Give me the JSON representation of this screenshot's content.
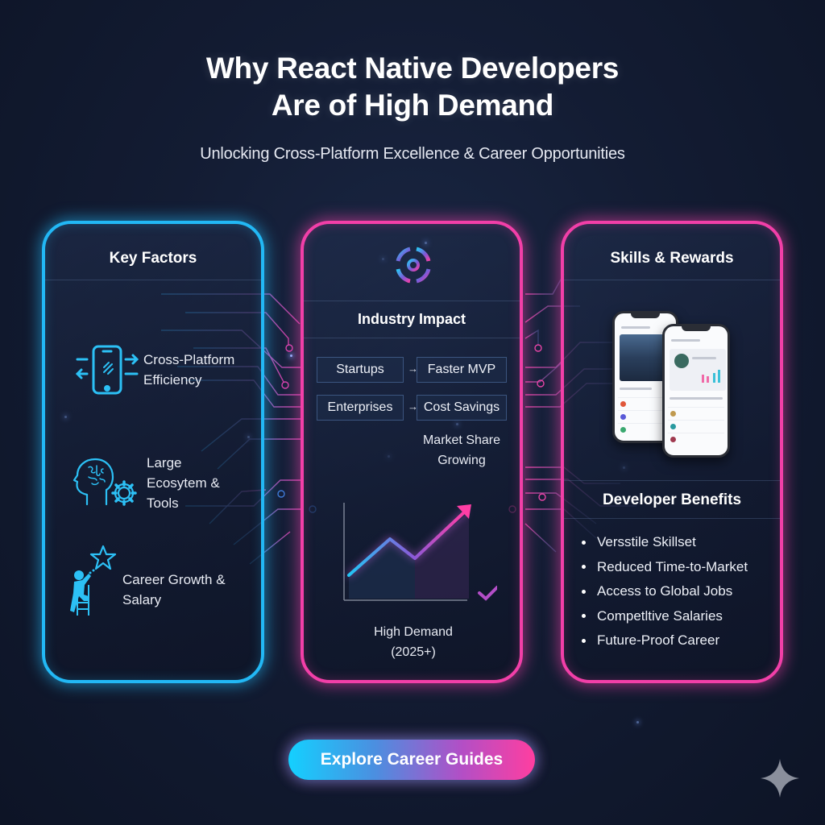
{
  "header": {
    "title_line1": "Why React Native Developers",
    "title_line2": "Are of High Demand",
    "subtitle": "Unlocking Cross-Platform Excellence & Career Opportunities"
  },
  "colors": {
    "background": "#131c33",
    "accent_blue": "#22b8f5",
    "accent_pink": "#f23fa8",
    "text": "#ffffff"
  },
  "key_factors": {
    "title": "Key Factors",
    "items": [
      {
        "icon": "phone-sync-icon",
        "line1": "Cross-Platform",
        "line2": "Efficiency"
      },
      {
        "icon": "brain-gear-icon",
        "line1": "Large",
        "line2": "Ecosytem &",
        "line3": "Tools"
      },
      {
        "icon": "career-ladder-star-icon",
        "line1": "Career Growth & Salary"
      }
    ]
  },
  "industry_impact": {
    "icon": "target-icon",
    "title": "Industry Impact",
    "flows": [
      {
        "from": "Startups",
        "arrow": "→",
        "to": "Faster MVP"
      },
      {
        "from": "Enterprises",
        "arrow": "→",
        "to": "Cost Savings"
      }
    ],
    "market_line1": "Market Share",
    "market_line2": "Growing",
    "demand_line1": "High Demand",
    "demand_line2": "(2025+)"
  },
  "skills_rewards": {
    "title": "Skills & Rewards",
    "benefits_title": "Developer Benefits",
    "benefits": [
      "Versstile Skillset",
      "Reduced Time-to-Market",
      "Access to Global Jobs",
      "Competltive Salaries",
      "Future-Proof Career"
    ]
  },
  "cta": {
    "label": "Explore Career Guides"
  },
  "corner_icon": "sparkle-icon"
}
